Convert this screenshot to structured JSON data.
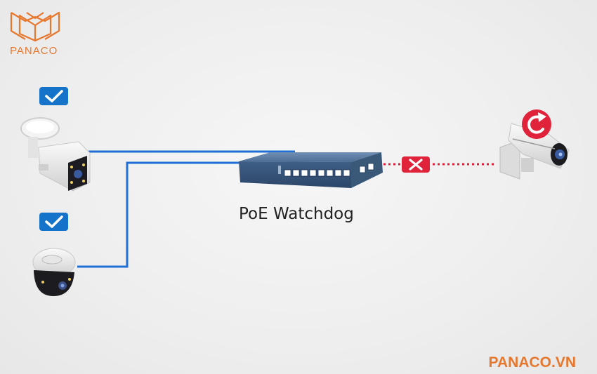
{
  "brand": {
    "name": "PANACO",
    "website": "PANACO.VN",
    "color": "#e8772e"
  },
  "switch_label": "PoE Watchdog",
  "colors": {
    "cable": "#1f6fd6",
    "failed_link": "#e0223a",
    "check_badge": "#1574c9",
    "switch_body": "#4a6a90"
  },
  "devices": [
    {
      "name": "bullet-camera",
      "status": "ok",
      "status_icon": "check-icon"
    },
    {
      "name": "dome-camera",
      "status": "ok",
      "status_icon": "check-icon"
    },
    {
      "name": "reboot-camera",
      "status": "restarting",
      "status_icon": "restart-icon"
    }
  ],
  "link_status": {
    "icon": "cross-icon",
    "state": "disconnected"
  }
}
